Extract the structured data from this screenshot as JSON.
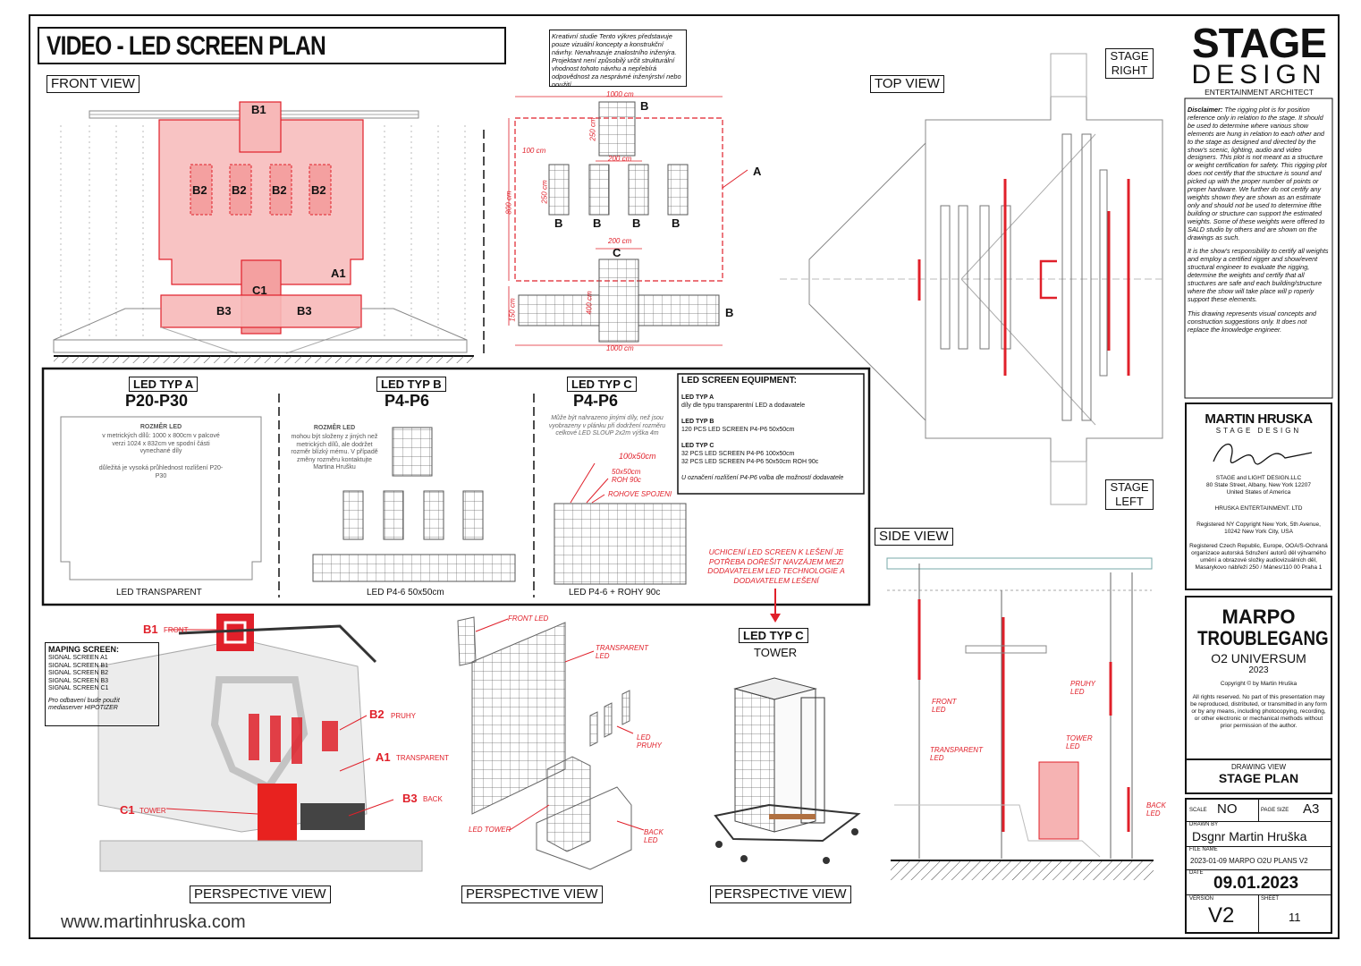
{
  "title": "VIDEO - LED SCREEN PLAN",
  "disclaimer_box": "Kreativní studie Tento výkres představuje pouze vizuální koncepty a konstrukční návrhy. Nenahrazuje znalostního inženýra. Projektant není způsobilý určit strukturální vhodnost tohoto návrhu a nepřebírá odpovědnost za nesprávné inženýrství nebo použití.",
  "views": {
    "front": "FRONT VIEW",
    "top": "TOP VIEW",
    "side": "SIDE VIEW",
    "perspective": "PERSPECTIVE VIEW",
    "stage_right": "STAGE RIGHT",
    "stage_left": "STAGE LEFT"
  },
  "front_labels": {
    "b1": "B1",
    "b2": "B2",
    "a1": "A1",
    "c1": "C1",
    "b3": "B3"
  },
  "plan_labels": {
    "a": "A",
    "b": "B",
    "c": "C",
    "d1000": "1000 cm",
    "d250": "250 cm",
    "d200": "200 cm",
    "d100": "100 cm",
    "d800": "800 cm",
    "d150": "150 cm",
    "d400": "400 cm"
  },
  "led": {
    "a": {
      "typ": "LED TYP A",
      "model": "P20-P30",
      "heading": "ROZMĚR LED",
      "text": "v metrických dílů: 1000 x 800cm v palcové verzi 1024 x 832cm ve spodní části vynechané díly",
      "note": "důležitá je vysoká průhlednost rozlišení P20-P30",
      "caption": "LED TRANSPARENT"
    },
    "b": {
      "typ": "LED TYP B",
      "model": "P4-P6",
      "heading": "ROZMĚR LED",
      "text": "mohou být složeny z jiných než metrických dílů, ale dodržet rozměr blízký mému. V případě změny rozměru kontaktujte Martina Hrušku",
      "caption": "LED P4-6 50x50cm"
    },
    "c": {
      "typ": "LED TYP C",
      "model": "P4-P6",
      "text": "Může být nahrazeno jinými díly, než jsou vyobrazeny v plánku při dodržení rozměru celkové LED SLOUP 2x2m výška 4m",
      "dim1": "100x50cm",
      "dim2": "50x50cm ROH 90c",
      "dim3": "ROHOVE SPOJENI",
      "caption": "LED P4-6 + ROHY 90c"
    }
  },
  "equipment": {
    "heading": "LED SCREEN EQUIPMENT:",
    "a_title": "LED TYP A",
    "a_text": "díly dle typu transparentní LED a dodavatele",
    "b_title": "LED TYP B",
    "b_text": "120 PCS LED SCREEN P4-P6 50x50cm",
    "c_title": "LED TYP C",
    "c_text1": "32 PCS LED SCREEN P4-P6 100x50cm",
    "c_text2": "32 PCS LED SCREEN P4-P6 50x50cm ROH 90c",
    "note": "U označení rozlišení P4-P6 volba dle možností dodavatele"
  },
  "warning": "UCHICENÍ LED SCREEN K LEŠENÍ JE POTŘEBA DOŘEŠIT NAVZÁJEM MEZI DODAVATELEM LED TECHNOLOGIE A DODAVATELEM LEŠENÍ",
  "mapping": {
    "heading": "MAPING SCREEN:",
    "lines": [
      "SIGNAL SCREEN A1",
      "SIGNAL SCREEN B1",
      "SIGNAL SCREEN B2",
      "SIGNAL SCREEN B3",
      "SIGNAL SCREEN C1"
    ],
    "note": "Pro odbavení bude použit mediaserver HIPOTIZER"
  },
  "persp1": {
    "b1": "B1",
    "b1s": "FRONT",
    "b2": "B2",
    "b2s": "PRUHY",
    "a1": "A1",
    "a1s": "TRANSPARENT",
    "b3": "B3",
    "b3s": "BACK",
    "c1": "C1",
    "c1s": "TOWER"
  },
  "persp2": {
    "front": "FRONT LED",
    "transparent": "TRANSPARENT LED",
    "pruhy": "LED PRUHY",
    "tower": "LED TOWER",
    "back": "BACK LED"
  },
  "tower": {
    "typ": "LED TYP C",
    "name": "TOWER"
  },
  "side_labels": {
    "front": "FRONT LED",
    "transparent": "TRANSPARENT LED",
    "pruhy": "PRUHY LED",
    "tower": "TOWER LED",
    "back": "BACK LED"
  },
  "url": "www.martinhruska.com",
  "logo": {
    "line1": "STAGE",
    "line2": "DESIGN",
    "line3": "ENTERTAINMENT ARCHITECT"
  },
  "disclaimer_title": "Disclaimer:",
  "disclaimer_text": "The rigging plot is for position reference only in relation to the stage. It should be used to determine where various show elements are hung in relation to each other and to the stage as designed and directed by the show's scenic, lighting, audio and video designers. This plot is not meant as a structure or weight certification for safety. This rigging plot does not certify that the structure is sound and picked up with the proper number of points or proper hardware. We further do not certify any weights shown they are shown as an estimate only and should not be used to determine ifthe building or structure can support the estimated weights. Some of these weights were offered to SALD studio by others and are shown on the drawings as such.",
  "disclaimer_text2": "It is the show's responsibility to certify all weights and employ a certified rigger and show/event structural engineer to evaluate the rigging, determine the weights and certify that all structures are safe and each building/structure where the show will take place will p roperly support these elements.",
  "disclaimer_text3": "This drawing represents visual concepts and construction suggestions only. It does not replace the knowledge engineer.",
  "company": {
    "name": "MARTIN HRUSKA",
    "sub": "STAGE DESIGN",
    "l1": "STAGE and LIGHT DESIGN.LLC",
    "l2": "80 State Street, Albany, New York 12207",
    "l3": "United States of America",
    "l4": "HRUSKA ENTERTAINMENT. LTD",
    "l5": "Registered NY Copyright New York, 5th Avenue, 10242 New York City, USA",
    "l6": "Registered Czech Republic, Europe, OOA/S-Ochraná organizace autorská Sdružení autorů děl výtvarného umění a obrazové složky audiovizuálních děl, Masarykovo nábřeží 250 / Mánes/110 00 Praha 1"
  },
  "project": {
    "line1": "MARPO",
    "line2": "TROUBLEGANG",
    "venue": "O2 UNIVERSUM",
    "year": "2023",
    "copy": "Copyright © by Martin Hruška",
    "rights": "All rights reserved. No part of this presentation may be reproduced, distributed, or transmitted in any form or by any means, including photocopying, recording, or other electronic or mechanical methods without prior permission of the author."
  },
  "drawing": {
    "label": "DRAWING VIEW",
    "value": "STAGE PLAN"
  },
  "scale": {
    "label": "SCALE",
    "value": "NO"
  },
  "pagesize": {
    "label": "PAGE SIZE",
    "value": "A3"
  },
  "drawnby": {
    "label": "DRAWN BY",
    "value": "Dsgnr Martin Hruška"
  },
  "filename": {
    "label": "FILE NAME",
    "value": "2023-01-09 MARPO O2U PLANS V2"
  },
  "date": {
    "label": "DATE",
    "value": "09.01.2023"
  },
  "version": {
    "label": "VERSION",
    "value": "V2"
  },
  "sheet": {
    "label": "SHEET",
    "value": "11"
  },
  "colors": {
    "accent": "#e0202a",
    "fill": "#f7b8b8",
    "line": "#111111"
  }
}
